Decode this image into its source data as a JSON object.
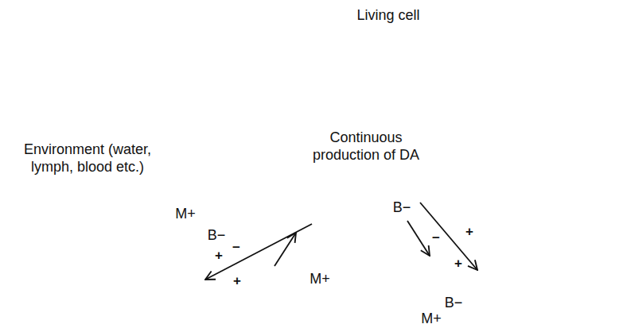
{
  "diagram": {
    "nodes": [
      {
        "text": [
          "Living cell",
          "Continuous production of DA"
        ]
      }
    ],
    "labels": [
      "Environment (water, lymph, blood etc.)",
      "M+",
      "B−",
      "+",
      "−",
      "+",
      "M+",
      "B−",
      "−",
      "+",
      "+",
      "B−",
      "M+"
    ]
  }
}
